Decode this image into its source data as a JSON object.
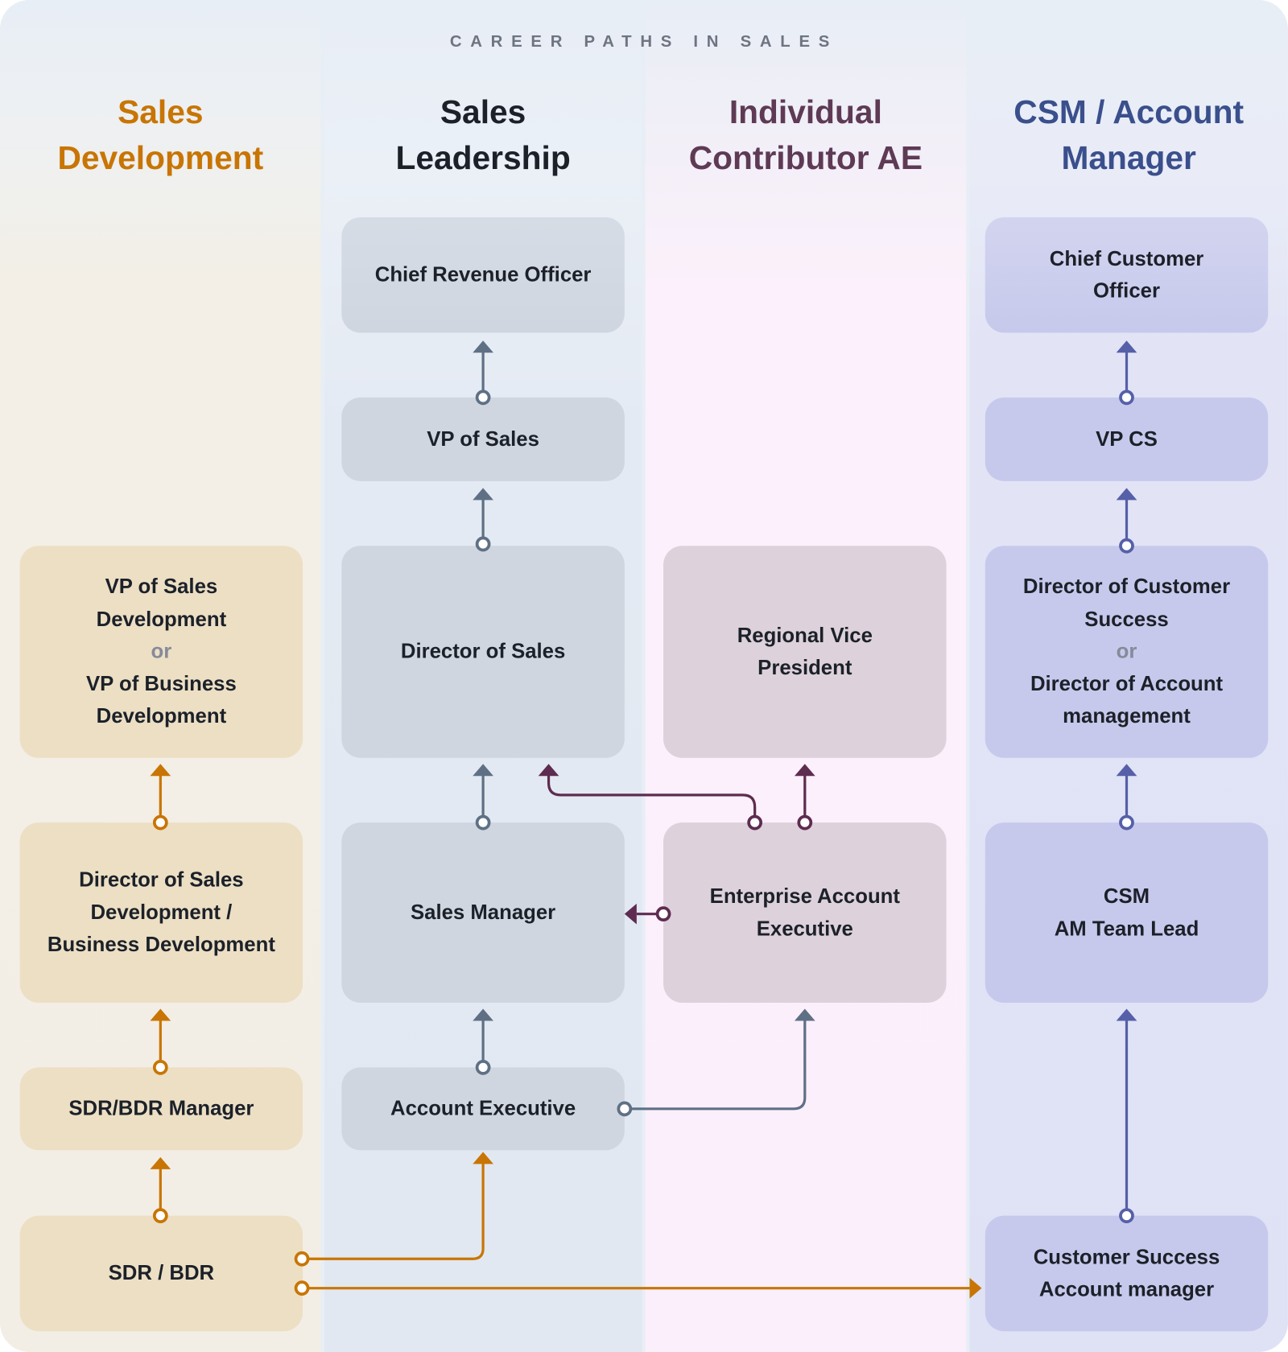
{
  "title": "CAREER PATHS IN SALES",
  "colors": {
    "sales_development": "#c87503",
    "sales_leadership": "#1c2129",
    "individual_contributor": "#5e3a55",
    "csm": "#3a4f8c",
    "connector_gray": "#5f7085",
    "connector_orange": "#c87503",
    "connector_plum": "#5e2c50",
    "connector_indigo": "#5560a8"
  },
  "lanes": [
    {
      "id": "sales-development",
      "header_line1": "Sales",
      "header_line2": "Development"
    },
    {
      "id": "sales-leadership",
      "header_line1": "Sales",
      "header_line2": "Leadership"
    },
    {
      "id": "individual-contributor",
      "header_line1": "Individual",
      "header_line2": "Contributor AE"
    },
    {
      "id": "csm-account-manager",
      "header_line1": "CSM / Account",
      "header_line2": "Manager"
    }
  ],
  "roles": {
    "vp_sales_dev": {
      "line1": "VP of Sales",
      "line2": "Development",
      "or": "or",
      "line3": "VP of Business",
      "line4": "Development"
    },
    "dir_sales_dev": {
      "line1": "Director of Sales",
      "line2": "Development /",
      "line3": "Business Development"
    },
    "sdr_manager": {
      "line1": "SDR/BDR Manager"
    },
    "sdr": {
      "line1": "SDR / BDR"
    },
    "cro": {
      "line1": "Chief Revenue Officer"
    },
    "vp_sales": {
      "line1": "VP of Sales"
    },
    "dir_sales": {
      "line1": "Director of Sales"
    },
    "sales_manager": {
      "line1": "Sales Manager"
    },
    "ae": {
      "line1": "Account Executive"
    },
    "rvp": {
      "line1": "Regional Vice",
      "line2": "President"
    },
    "eae": {
      "line1": "Enterprise Account",
      "line2": "Executive"
    },
    "cco": {
      "line1": "Chief Customer",
      "line2": "Officer"
    },
    "vp_cs": {
      "line1": "VP CS"
    },
    "dir_cs": {
      "line1": "Director of Customer",
      "line2": "Success",
      "or": "or",
      "line3": "Director of Account",
      "line4": "management"
    },
    "csm_lead": {
      "line1": "CSM",
      "line2": "AM Team Lead"
    },
    "csam": {
      "line1": "Customer Success",
      "line2": "Account manager"
    }
  },
  "connections": [
    {
      "from": "SDR / BDR",
      "to": "SDR/BDR Manager"
    },
    {
      "from": "SDR/BDR Manager",
      "to": "Director of Sales Development / Business Development"
    },
    {
      "from": "Director of Sales Development / Business Development",
      "to": "VP of Sales Development or VP of Business Development"
    },
    {
      "from": "SDR / BDR",
      "to": "Account Executive"
    },
    {
      "from": "SDR / BDR",
      "to": "Customer Success Account manager"
    },
    {
      "from": "Account Executive",
      "to": "Sales Manager"
    },
    {
      "from": "Account Executive",
      "to": "Enterprise Account Executive"
    },
    {
      "from": "Sales Manager",
      "to": "Director of Sales"
    },
    {
      "from": "Director of Sales",
      "to": "VP of Sales"
    },
    {
      "from": "VP of Sales",
      "to": "Chief Revenue Officer"
    },
    {
      "from": "Enterprise Account Executive",
      "to": "Regional Vice President"
    },
    {
      "from": "Enterprise Account Executive",
      "to": "Director of Sales"
    },
    {
      "from": "Enterprise Account Executive",
      "to": "Sales Manager"
    },
    {
      "from": "Customer Success Account manager",
      "to": "CSM AM Team Lead"
    },
    {
      "from": "CSM AM Team Lead",
      "to": "Director of Customer Success or Director of Account management"
    },
    {
      "from": "Director of Customer Success or Director of Account management",
      "to": "VP CS"
    },
    {
      "from": "VP CS",
      "to": "Chief Customer Officer"
    }
  ]
}
